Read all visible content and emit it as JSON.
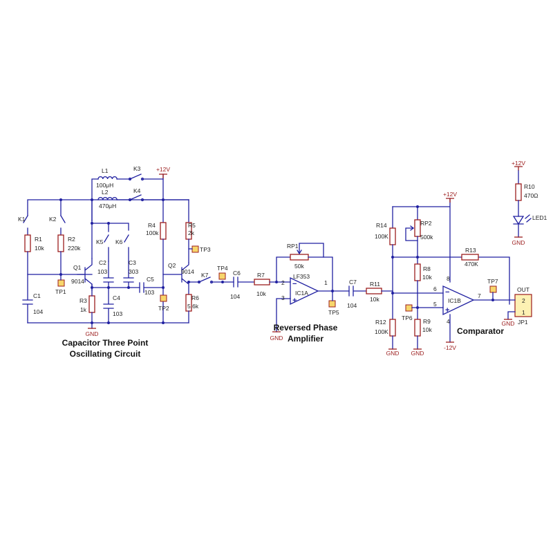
{
  "titles": {
    "oscillator": "Capacitor Three Point Oscillating Circuit",
    "amplifier": "Reversed Phase Amplifier",
    "comparator": "Comparator"
  },
  "power": {
    "vcc": "+12V",
    "vee": "-12V",
    "gnd": "GND"
  },
  "components": {
    "K1": "K1",
    "K2": "K2",
    "K3": "K3",
    "K4": "K4",
    "K5": "K5",
    "K6": "K6",
    "K7": "K7",
    "R1": "R1",
    "R1v": "10k",
    "R2": "R2",
    "R2v": "220k",
    "R3": "R3",
    "R3v": "1k",
    "R4": "R4",
    "R4v": "100k",
    "R5": "R5",
    "R5v": "2k",
    "R6": "R6",
    "R6v": "5.6k",
    "R7": "R7",
    "R7v": "10k",
    "R8": "R8",
    "R8v": "10k",
    "R9": "R9",
    "R9v": "10k",
    "R10": "R10",
    "R10v": "470Ω",
    "R11": "R11",
    "R11v": "10k",
    "R12": "R12",
    "R12v": "100K",
    "R13": "R13",
    "R13v": "470K",
    "R14": "R14",
    "R14v": "100K",
    "RP1": "RP1",
    "RP1v": "50k",
    "RP2": "RP2",
    "RP2v": "500k",
    "L1": "L1",
    "L1v": "100μH",
    "L2": "L2",
    "L2v": "470μH",
    "C1": "C1",
    "C1v": "104",
    "C2": "C2",
    "C2v": "103",
    "C3": "C3",
    "C3v": "303",
    "C4": "C4",
    "C4v": "103",
    "C5": "C5",
    "C5v": "103",
    "C6": "C6",
    "C6v": "104",
    "C7": "C7",
    "C7v": "104",
    "Q1": "Q1",
    "Q1v": "9014",
    "Q2": "Q2",
    "Q2v": "9014",
    "IC1A": "IC1A",
    "IC1B": "IC1B",
    "LF353": "LF353",
    "LED1": "LED1",
    "JP1": "JP1",
    "OUT": "OUT",
    "TP1": "TP1",
    "TP2": "TP2",
    "TP3": "TP3",
    "TP4": "TP4",
    "TP5": "TP5",
    "TP6": "TP6",
    "TP7": "TP7"
  },
  "pins": {
    "p1": "1",
    "p2": "2",
    "p3": "3",
    "p4": "4",
    "p5": "5",
    "p6": "6",
    "p7": "7",
    "p8": "8",
    "j1": "1",
    "j2": "2"
  },
  "opamp_signs": {
    "minus": "−",
    "plus": "+"
  }
}
